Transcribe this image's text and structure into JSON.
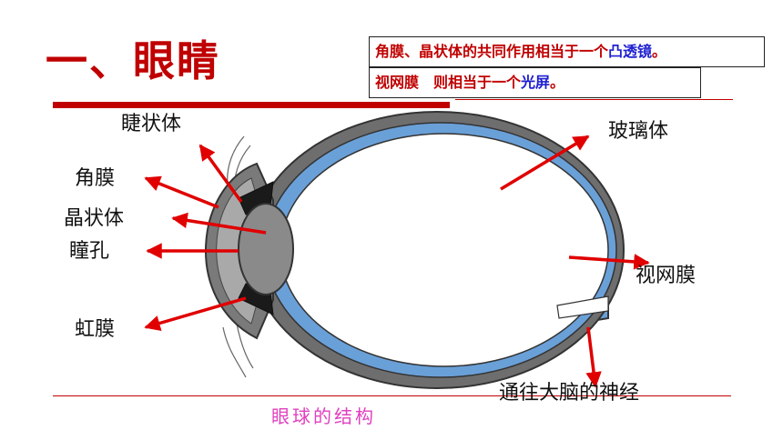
{
  "title": "一、眼睛",
  "notes": {
    "line1_prefix": "角膜、晶状体的共同作用相当于一个",
    "line1_highlight": "凸透镜",
    "line1_suffix": "。",
    "line2_prefix": "视网膜　则相当于一个",
    "line2_highlight": "光屏",
    "line2_suffix": "。"
  },
  "labels": {
    "ciliary_body": "睫状体",
    "cornea": "角膜",
    "lens": "晶状体",
    "pupil": "瞳孔",
    "iris": "虹膜",
    "vitreous": "玻璃体",
    "retina": "视网膜",
    "optic_nerve": "通往大脑的神经"
  },
  "caption": "眼球的结构",
  "colors": {
    "accent_red": "#c00000",
    "arrow_red": "#e00000",
    "highlight_blue": "#2020d0",
    "caption_pink": "#e040c0",
    "retina_blue": "#6aa0d8",
    "sclera_gray": "#6e6e6e",
    "lens_gray": "#8a8a8a"
  }
}
